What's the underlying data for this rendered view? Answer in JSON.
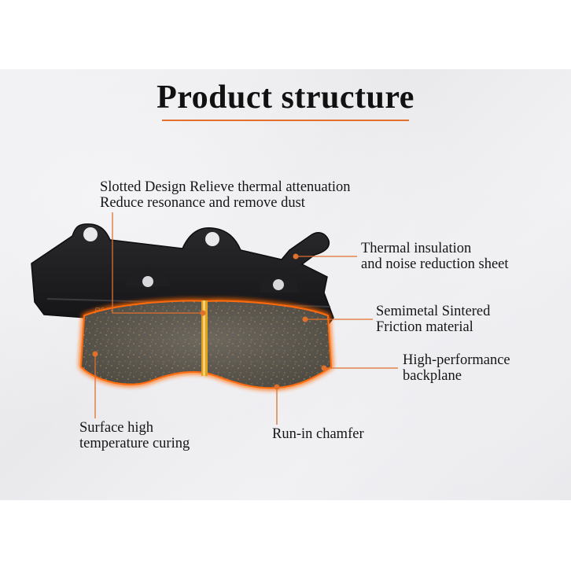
{
  "title": "Product structure",
  "labels": {
    "slotted": {
      "line1": "Slotted Design Relieve thermal attenuation",
      "line2": "Reduce resonance and remove dust"
    },
    "thermal": {
      "line1": "Thermal insulation",
      "line2": "and noise reduction sheet"
    },
    "semimetal": {
      "line1": "Semimetal Sintered",
      "line2": "Friction material"
    },
    "backplane": {
      "line1": "High-performance",
      "line2": "backplane"
    },
    "surface": {
      "line1": "Surface high",
      "line2": "temperature curing"
    },
    "chamfer": {
      "line1": "Run-in chamfer"
    }
  },
  "colors": {
    "accent": "#e0702c",
    "glow": "#ff7a1a",
    "backplate": "#1c1c1e",
    "friction": "#5e5a52",
    "slot": "#e0a020"
  }
}
